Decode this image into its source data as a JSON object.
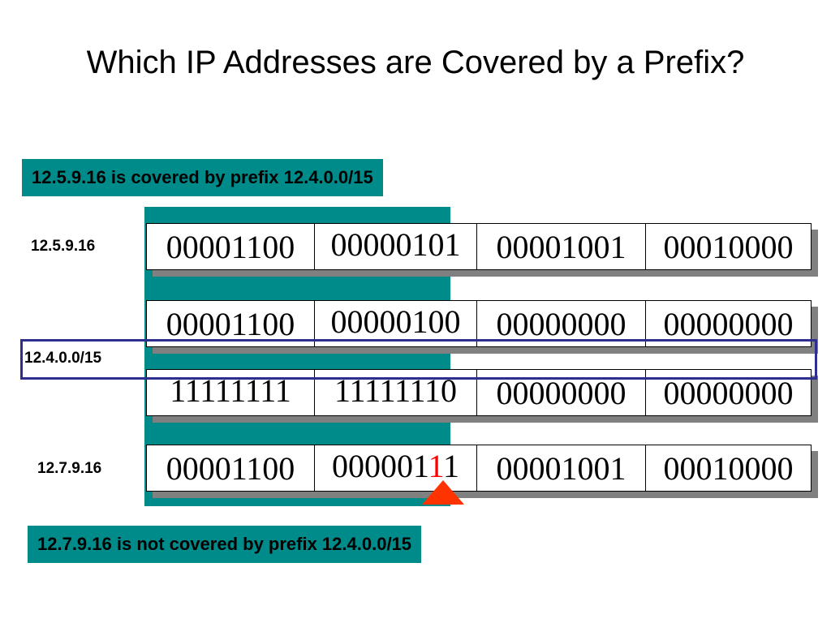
{
  "title": "Which IP Addresses are Covered by a Prefix?",
  "banner_top": "12.5.9.16 is covered by prefix 12.4.0.0/15",
  "banner_bottom": "12.7.9.16 is not covered by prefix 12.4.0.0/15",
  "rows": [
    {
      "label": "12.5.9.16",
      "octets": [
        "00001100",
        "00000101",
        "00001001",
        "00010000"
      ]
    },
    {
      "label": "",
      "octets": [
        "00001100",
        "00000100",
        "00000000",
        "00000000"
      ]
    },
    {
      "label": "12.4.0.0/15",
      "octets": [
        "11111111",
        "11111110",
        "00000000",
        "00000000"
      ]
    },
    {
      "label": "12.7.9.16",
      "octets": [
        "00001100",
        "000001",
        "00001001",
        "00010000"
      ],
      "red_bit": "1",
      "after_red": "1"
    }
  ],
  "colors": {
    "teal": "#008b8b",
    "prefix_box": "#2e2e8e",
    "highlight": "#ff0000",
    "arrow": "#ff3300"
  },
  "icons": {
    "pointer": "triangle-up-arrow-icon"
  }
}
